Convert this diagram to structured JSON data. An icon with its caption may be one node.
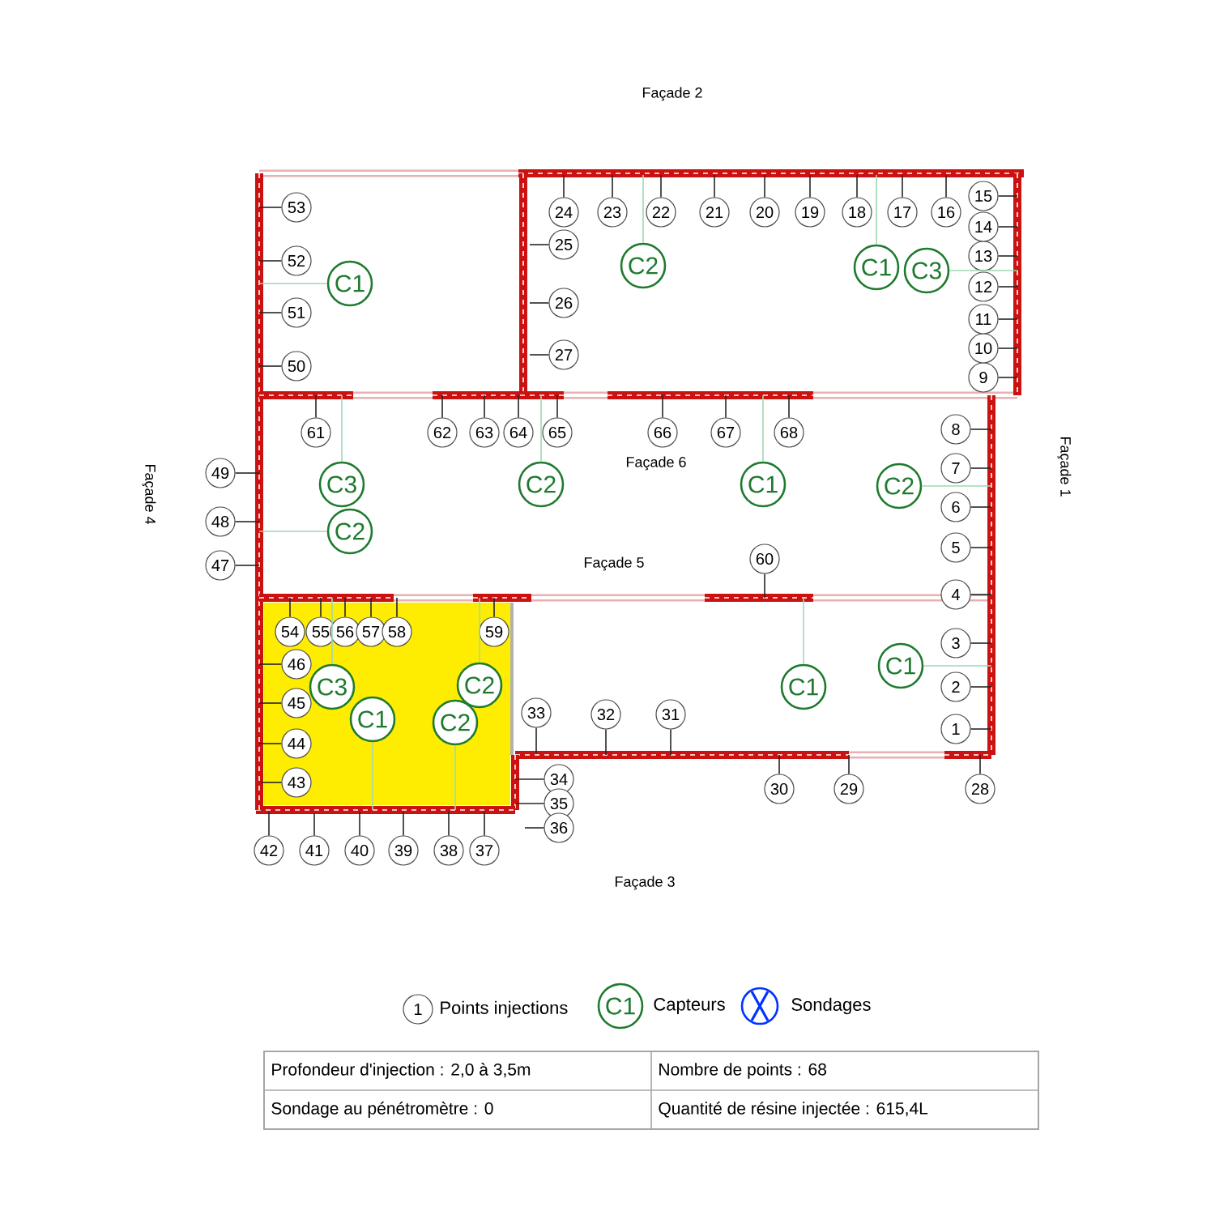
{
  "diagram": {
    "nodes": [
      {
        "text": [
          "1"
        ]
      },
      {
        "text": [
          "2"
        ]
      },
      {
        "text": [
          "3"
        ]
      },
      {
        "text": [
          "4"
        ]
      },
      {
        "text": [
          "5"
        ]
      },
      {
        "text": [
          "6"
        ]
      },
      {
        "text": [
          "7"
        ]
      },
      {
        "text": [
          "8"
        ]
      },
      {
        "text": [
          "9"
        ]
      },
      {
        "text": [
          "10"
        ]
      },
      {
        "text": [
          "11"
        ]
      },
      {
        "text": [
          "12"
        ]
      },
      {
        "text": [
          "13"
        ]
      },
      {
        "text": [
          "14"
        ]
      },
      {
        "text": [
          "15"
        ]
      },
      {
        "text": [
          "16"
        ]
      },
      {
        "text": [
          "17"
        ]
      },
      {
        "text": [
          "18"
        ]
      },
      {
        "text": [
          "19"
        ]
      },
      {
        "text": [
          "20"
        ]
      },
      {
        "text": [
          "21"
        ]
      },
      {
        "text": [
          "22"
        ]
      },
      {
        "text": [
          "23"
        ]
      },
      {
        "text": [
          "24"
        ]
      },
      {
        "text": [
          "25"
        ]
      },
      {
        "text": [
          "26"
        ]
      },
      {
        "text": [
          "27"
        ]
      },
      {
        "text": [
          "28"
        ]
      },
      {
        "text": [
          "29"
        ]
      },
      {
        "text": [
          "30"
        ]
      },
      {
        "text": [
          "31"
        ]
      },
      {
        "text": [
          "32"
        ]
      },
      {
        "text": [
          "33"
        ]
      },
      {
        "text": [
          "34"
        ]
      },
      {
        "text": [
          "35"
        ]
      },
      {
        "text": [
          "36"
        ]
      },
      {
        "text": [
          "37"
        ]
      },
      {
        "text": [
          "38"
        ]
      },
      {
        "text": [
          "39"
        ]
      },
      {
        "text": [
          "40"
        ]
      },
      {
        "text": [
          "41"
        ]
      },
      {
        "text": [
          "42"
        ]
      },
      {
        "text": [
          "43"
        ]
      },
      {
        "text": [
          "44"
        ]
      },
      {
        "text": [
          "45"
        ]
      },
      {
        "text": [
          "46"
        ]
      },
      {
        "text": [
          "47"
        ]
      },
      {
        "text": [
          "48"
        ]
      },
      {
        "text": [
          "49"
        ]
      },
      {
        "text": [
          "50"
        ]
      },
      {
        "text": [
          "51"
        ]
      },
      {
        "text": [
          "52"
        ]
      },
      {
        "text": [
          "53"
        ]
      },
      {
        "text": [
          "54"
        ]
      },
      {
        "text": [
          "55"
        ]
      },
      {
        "text": [
          "56"
        ]
      },
      {
        "text": [
          "57"
        ]
      },
      {
        "text": [
          "58"
        ]
      },
      {
        "text": [
          "59"
        ]
      },
      {
        "text": [
          "60"
        ]
      },
      {
        "text": [
          "61"
        ]
      },
      {
        "text": [
          "62"
        ]
      },
      {
        "text": [
          "63"
        ]
      },
      {
        "text": [
          "64"
        ]
      },
      {
        "text": [
          "65"
        ]
      },
      {
        "text": [
          "66"
        ]
      },
      {
        "text": [
          "67"
        ]
      },
      {
        "text": [
          "68"
        ]
      },
      {
        "text": [
          "C1"
        ]
      },
      {
        "text": [
          "C2"
        ]
      },
      {
        "text": [
          "C1"
        ]
      },
      {
        "text": [
          "C3"
        ]
      },
      {
        "text": [
          "C3"
        ]
      },
      {
        "text": [
          "C2"
        ]
      },
      {
        "text": [
          "C1"
        ]
      },
      {
        "text": [
          "C2"
        ]
      },
      {
        "text": [
          "C2"
        ]
      },
      {
        "text": [
          "C3"
        ]
      },
      {
        "text": [
          "C1"
        ]
      },
      {
        "text": [
          "C2"
        ]
      },
      {
        "text": [
          "C2"
        ]
      },
      {
        "text": [
          "C1"
        ]
      },
      {
        "text": [
          "C1"
        ]
      }
    ],
    "edges": [
      {
        "from": 0,
        "to": null,
        "arrow": "none"
      },
      {
        "from": 1,
        "to": null,
        "arrow": "none"
      },
      {
        "from": 2,
        "to": null,
        "arrow": "none"
      },
      {
        "from": 3,
        "to": null,
        "arrow": "none"
      },
      {
        "from": 4,
        "to": null,
        "arrow": "none"
      },
      {
        "from": 5,
        "to": null,
        "arrow": "none"
      },
      {
        "from": 6,
        "to": null,
        "arrow": "none"
      },
      {
        "from": 7,
        "to": null,
        "arrow": "none"
      },
      {
        "from": 8,
        "to": null,
        "arrow": "none"
      },
      {
        "from": 9,
        "to": null,
        "arrow": "none"
      },
      {
        "from": 10,
        "to": null,
        "arrow": "none"
      },
      {
        "from": 11,
        "to": null,
        "arrow": "none"
      },
      {
        "from": 12,
        "to": null,
        "arrow": "none"
      },
      {
        "from": 13,
        "to": null,
        "arrow": "none"
      },
      {
        "from": 14,
        "to": null,
        "arrow": "none"
      },
      {
        "from": 15,
        "to": null,
        "arrow": "none"
      },
      {
        "from": 16,
        "to": null,
        "arrow": "none"
      },
      {
        "from": 17,
        "to": null,
        "arrow": "none"
      },
      {
        "from": 18,
        "to": null,
        "arrow": "none"
      },
      {
        "from": 19,
        "to": null,
        "arrow": "none"
      },
      {
        "from": 20,
        "to": null,
        "arrow": "none"
      },
      {
        "from": 21,
        "to": null,
        "arrow": "none"
      },
      {
        "from": 22,
        "to": null,
        "arrow": "none"
      },
      {
        "from": 23,
        "to": null,
        "arrow": "none"
      },
      {
        "from": 24,
        "to": null,
        "arrow": "none"
      },
      {
        "from": 25,
        "to": null,
        "arrow": "none"
      },
      {
        "from": 26,
        "to": null,
        "arrow": "none"
      },
      {
        "from": 27,
        "to": null,
        "arrow": "none"
      },
      {
        "from": 28,
        "to": null,
        "arrow": "none"
      },
      {
        "from": 29,
        "to": null,
        "arrow": "none"
      },
      {
        "from": 30,
        "to": null,
        "arrow": "none"
      },
      {
        "from": 31,
        "to": null,
        "arrow": "none"
      },
      {
        "from": 32,
        "to": null,
        "arrow": "none"
      },
      {
        "from": 33,
        "to": null,
        "arrow": "none"
      },
      {
        "from": 34,
        "to": null,
        "arrow": "none"
      },
      {
        "from": 35,
        "to": null,
        "arrow": "none"
      },
      {
        "from": 36,
        "to": null,
        "arrow": "none"
      },
      {
        "from": 37,
        "to": null,
        "arrow": "none"
      },
      {
        "from": 38,
        "to": null,
        "arrow": "none"
      },
      {
        "from": 39,
        "to": null,
        "arrow": "none"
      },
      {
        "from": 40,
        "to": null,
        "arrow": "none"
      },
      {
        "from": 41,
        "to": null,
        "arrow": "none"
      },
      {
        "from": 42,
        "to": null,
        "arrow": "none"
      },
      {
        "from": 43,
        "to": null,
        "arrow": "none"
      },
      {
        "from": 44,
        "to": null,
        "arrow": "none"
      },
      {
        "from": 45,
        "to": null,
        "arrow": "none"
      },
      {
        "from": 46,
        "to": null,
        "arrow": "none"
      },
      {
        "from": 47,
        "to": null,
        "arrow": "none"
      },
      {
        "from": 48,
        "to": null,
        "arrow": "none"
      },
      {
        "from": 49,
        "to": null,
        "arrow": "none"
      },
      {
        "from": 50,
        "to": null,
        "arrow": "none"
      },
      {
        "from": 51,
        "to": null,
        "arrow": "none"
      },
      {
        "from": 52,
        "to": null,
        "arrow": "none"
      },
      {
        "from": 53,
        "to": null,
        "arrow": "none"
      },
      {
        "from": 54,
        "to": null,
        "arrow": "none"
      },
      {
        "from": 55,
        "to": null,
        "arrow": "none"
      },
      {
        "from": 56,
        "to": null,
        "arrow": "none"
      },
      {
        "from": 57,
        "to": null,
        "arrow": "none"
      },
      {
        "from": 58,
        "to": null,
        "arrow": "none"
      },
      {
        "from": 59,
        "to": null,
        "arrow": "none"
      },
      {
        "from": 60,
        "to": null,
        "arrow": "none"
      },
      {
        "from": 61,
        "to": null,
        "arrow": "none"
      },
      {
        "from": 62,
        "to": null,
        "arrow": "none"
      },
      {
        "from": 63,
        "to": null,
        "arrow": "none"
      },
      {
        "from": 64,
        "to": null,
        "arrow": "none"
      },
      {
        "from": 65,
        "to": null,
        "arrow": "none"
      },
      {
        "from": 66,
        "to": null,
        "arrow": "none"
      },
      {
        "from": 67,
        "to": null,
        "arrow": "none"
      },
      {
        "from": 68,
        "to": null,
        "arrow": "none",
        "color": "#9fd8b4"
      },
      {
        "from": 69,
        "to": null,
        "arrow": "none",
        "color": "#9fd8b4"
      },
      {
        "from": 70,
        "to": null,
        "arrow": "none",
        "color": "#9fd8b4"
      },
      {
        "from": 71,
        "to": null,
        "arrow": "none",
        "color": "#9fd8b4"
      },
      {
        "from": 72,
        "to": null,
        "arrow": "none",
        "color": "#9fd8b4"
      },
      {
        "from": 73,
        "to": null,
        "arrow": "none",
        "color": "#9fd8b4"
      },
      {
        "from": 74,
        "to": null,
        "arrow": "none",
        "color": "#9fd8b4"
      },
      {
        "from": 75,
        "to": null,
        "arrow": "none",
        "color": "#9fd8b4"
      },
      {
        "from": 76,
        "to": null,
        "arrow": "none",
        "color": "#9fd8b4"
      },
      {
        "from": 77,
        "to": null,
        "arrow": "none",
        "color": "#9fd8b4"
      },
      {
        "from": 78,
        "to": null,
        "arrow": "none",
        "color": "#9fd8b4"
      },
      {
        "from": 79,
        "to": null,
        "arrow": "none",
        "color": "#9fd8b4"
      },
      {
        "from": 80,
        "to": null,
        "arrow": "none",
        "color": "#9fd8b4"
      },
      {
        "from": 81,
        "to": null,
        "arrow": "none",
        "color": "#9fd8b4"
      },
      {
        "from": 82,
        "to": null,
        "arrow": "none",
        "color": "#9fd8b4"
      }
    ],
    "labels": [
      "Façade 2",
      "Façade 6",
      "Façade 1",
      "Façade 4",
      "Façade 5",
      "Façade 3",
      "1",
      "C1",
      "Profondeur d'injection : 2,0 à 3,5m",
      "Nombre de points : 68",
      "Sondage au pénétromètre : 0",
      "Quantité de résine injectée : 615,4L"
    ],
    "legend": [
      {
        "text": "Points injections"
      },
      {
        "text": "Capteurs"
      },
      {
        "text": "Sondages"
      }
    ]
  }
}
